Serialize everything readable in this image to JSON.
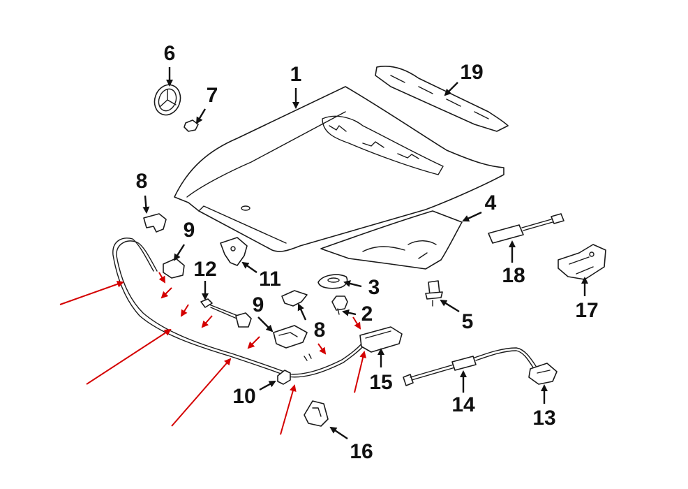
{
  "callouts": {
    "c1": "1",
    "c2": "2",
    "c3": "3",
    "c4": "4",
    "c5": "5",
    "c6": "6",
    "c7": "7",
    "c8a": "8",
    "c8b": "8",
    "c9a": "9",
    "c9b": "9",
    "c10": "10",
    "c11": "11",
    "c12": "12",
    "c13": "13",
    "c14": "14",
    "c15": "15",
    "c16": "16",
    "c17": "17",
    "c18": "18",
    "c19": "19"
  },
  "colors": {
    "line": "#1a1a1a",
    "callout_text": "#111111",
    "red_arrow": "#d40000",
    "background": "#ffffff"
  }
}
